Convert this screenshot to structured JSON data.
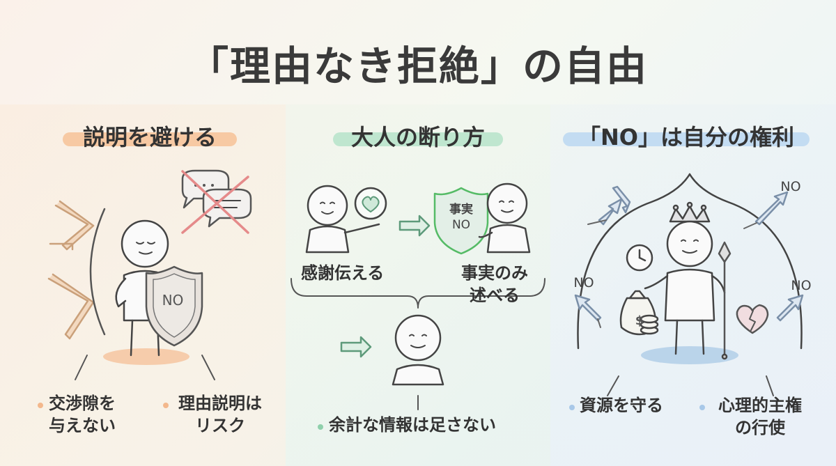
{
  "title": "「理由なき拒絶」の自由",
  "panels": [
    {
      "heading": "説明を避ける",
      "accent": "#f7c9a3",
      "badge_text": "NO",
      "bullets": [
        "交渉隙を\n与えない",
        "理由説明は\nリスク"
      ]
    },
    {
      "heading": "大人の断り方",
      "accent": "#bfe6cf",
      "shield_text": [
        "事実",
        "NO"
      ],
      "steps": [
        "感謝伝える",
        "事実のみ\n述べる"
      ],
      "bullet": "余計な情報は足さない"
    },
    {
      "heading": "「NO」は自分の権利",
      "accent": "#c3dcf2",
      "arrow_label": "NO",
      "bullets": [
        "資源を守る",
        "心理的主権\nの行使"
      ]
    }
  ]
}
